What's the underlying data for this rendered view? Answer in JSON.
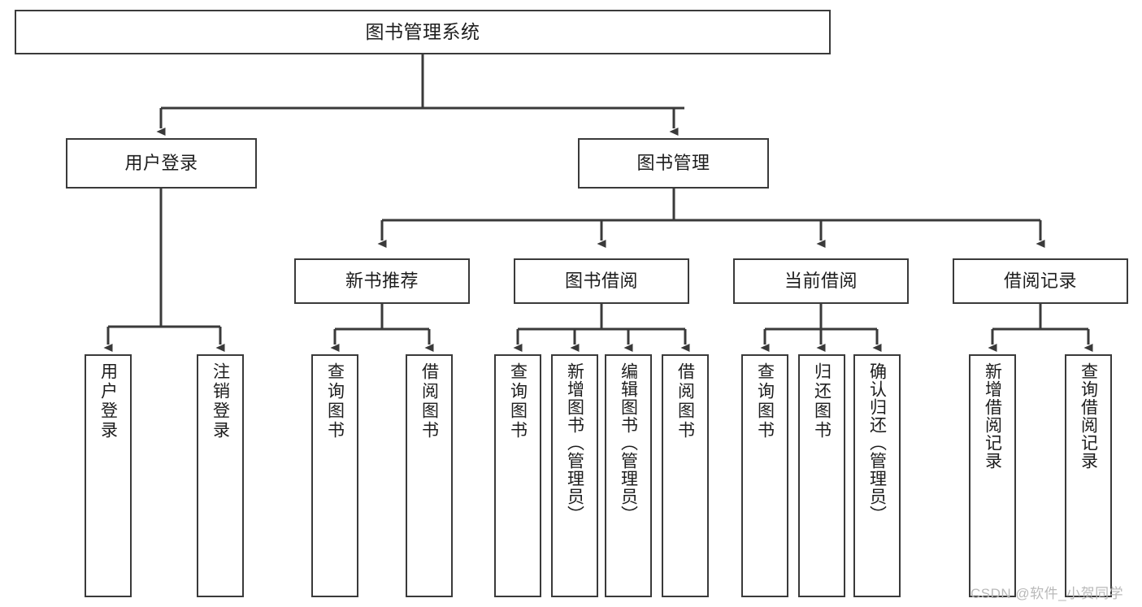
{
  "diagram": {
    "title": "图书管理系统",
    "type": "功能结构图",
    "line_color": "#3a3a3a",
    "box_fill": "#ffffff",
    "text_color": "#1d1d1d"
  },
  "nodes": {
    "root": {
      "label": "图书管理系统"
    },
    "level2": [
      {
        "id": "user-login",
        "label": "用户登录"
      },
      {
        "id": "book-manage",
        "label": "图书管理"
      }
    ],
    "level3": [
      {
        "id": "new-book-recommend",
        "label": "新书推荐"
      },
      {
        "id": "book-borrow",
        "label": "图书借阅"
      },
      {
        "id": "current-borrow",
        "label": "当前借阅"
      },
      {
        "id": "borrow-record",
        "label": "借阅记录"
      }
    ],
    "leaves": {
      "user_login": [
        {
          "id": "leaf-user-login",
          "label": "用户登录"
        },
        {
          "id": "leaf-logout",
          "label": "注销登录"
        }
      ],
      "new_book_recommend": [
        {
          "id": "leaf-query-book-1",
          "label": "查询图书"
        },
        {
          "id": "leaf-borrow-book-1",
          "label": "借阅图书"
        }
      ],
      "book_borrow": [
        {
          "id": "leaf-query-book-2",
          "label": "查询图书"
        },
        {
          "id": "leaf-add-book",
          "label": "新增图书（管理员）"
        },
        {
          "id": "leaf-edit-book",
          "label": "编辑图书（管理员）"
        },
        {
          "id": "leaf-borrow-book-2",
          "label": "借阅图书"
        }
      ],
      "current_borrow": [
        {
          "id": "leaf-query-book-3",
          "label": "查询图书"
        },
        {
          "id": "leaf-return-book",
          "label": "归还图书"
        },
        {
          "id": "leaf-confirm-return",
          "label": "确认归还（管理员）"
        }
      ],
      "borrow_record": [
        {
          "id": "leaf-add-record",
          "label": "新增借阅记录"
        },
        {
          "id": "leaf-query-record",
          "label": "查询借阅记录"
        }
      ]
    }
  },
  "watermark": {
    "text": "CSDN @软件_小贺同学"
  }
}
